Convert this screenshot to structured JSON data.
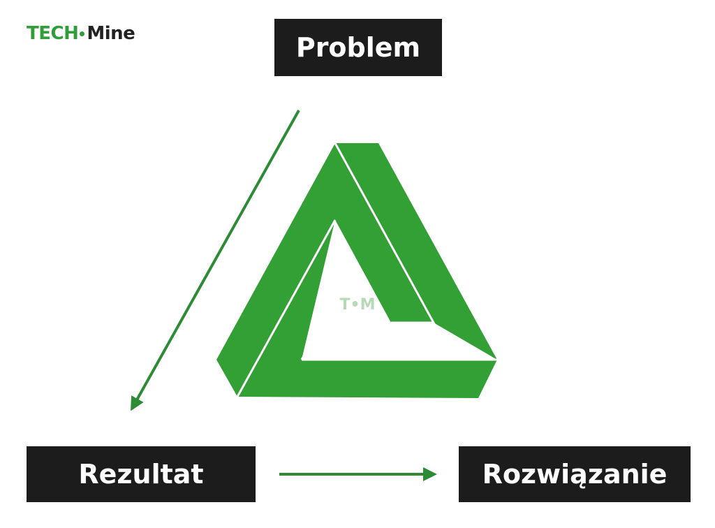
{
  "logo": {
    "tech": "TECH",
    "mine": "Mine",
    "watermark": "T•M"
  },
  "nodes": {
    "problem": "Problem",
    "rezultat": "Rezultat",
    "rozwiazanie": "Rozwiązanie"
  },
  "colors": {
    "triangle_green": "#33a036",
    "arrow_green": "#2e8b35",
    "box_dark": "#1c1c1c",
    "text_white": "#ffffff"
  }
}
